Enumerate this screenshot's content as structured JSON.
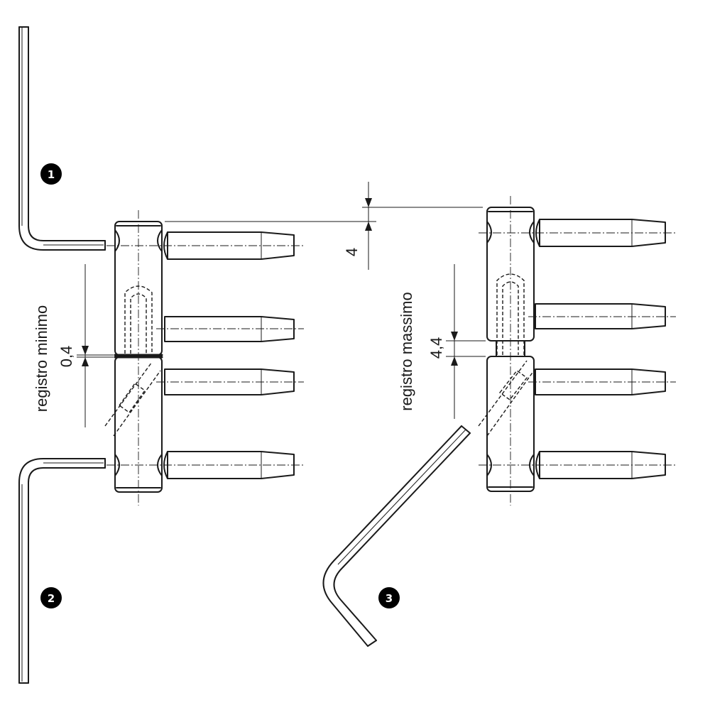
{
  "labels": {
    "min_label": "registro minimo",
    "max_label": "registro massimo"
  },
  "dimensions": {
    "offset_value": "4",
    "min_gap_value": "0,4",
    "max_gap_value": "4,4"
  },
  "steps": [
    "1",
    "2",
    "3"
  ],
  "colors": {
    "line": "#1a1a1a",
    "background": "#ffffff",
    "marker": "#000000"
  }
}
